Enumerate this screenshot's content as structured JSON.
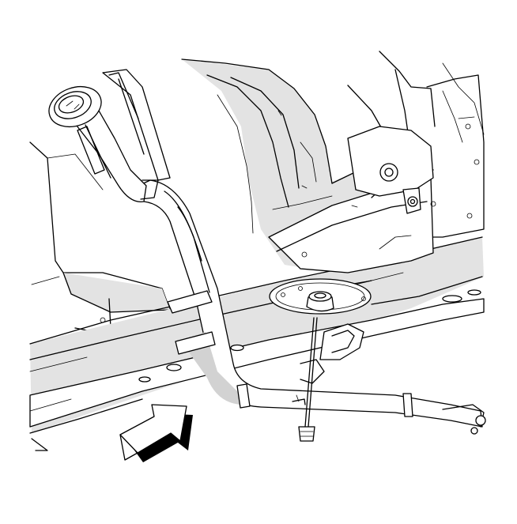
{
  "diagram": {
    "type": "technical-line-illustration",
    "callouts": [],
    "parts": [
      "fuel-filler-neck",
      "filler-cap-opening",
      "fuel-tank-filler-pipe",
      "mounting-bracket",
      "bracket-bolt",
      "fastener-bolt",
      "vehicle-frame-rail",
      "wheel-well-body-panel",
      "fuel-lines",
      "direction-arrow"
    ],
    "colors": {
      "line": "#000000",
      "shade": "#e3e3e3",
      "background": "#ffffff"
    },
    "icons": {
      "direction_arrow": "arrow-right-icon"
    }
  }
}
